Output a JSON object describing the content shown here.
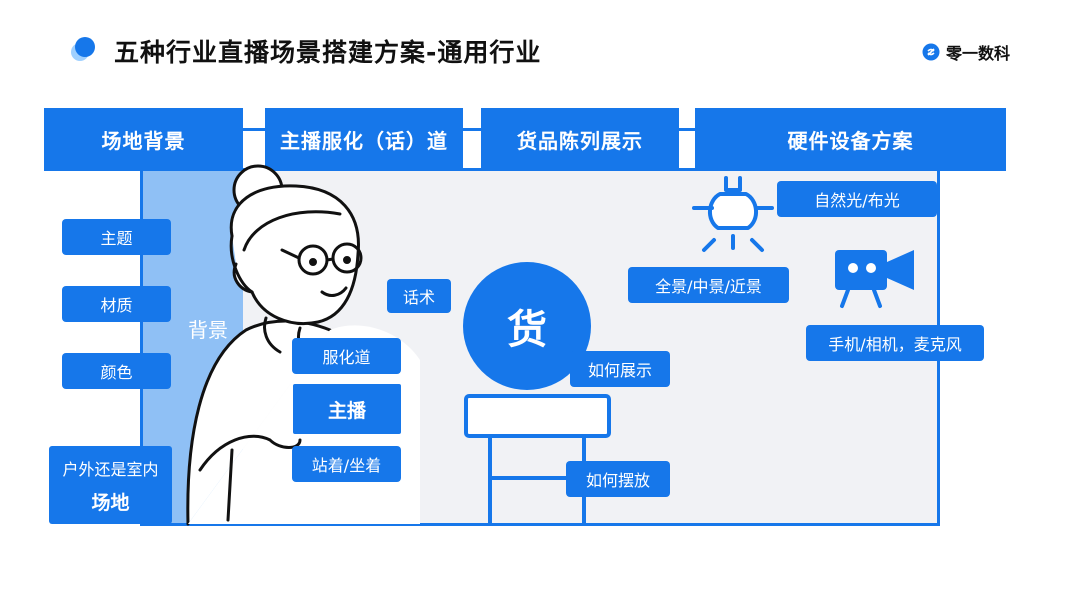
{
  "header": {
    "title": "五种行业直播场景搭建方案-通用行业"
  },
  "brand": {
    "name": "零一数科"
  },
  "categories": [
    {
      "label": "场地背景"
    },
    {
      "label": "主播服化（话）道"
    },
    {
      "label": "货品陈列展示"
    },
    {
      "label": "硬件设备方案"
    }
  ],
  "background_tags": [
    "主题",
    "材质",
    "颜色"
  ],
  "background_label": "背景",
  "venue": {
    "line1": "户外还是室内",
    "line2": "场地"
  },
  "anchor_tags": {
    "speech": "话术",
    "makeup": "服化道",
    "anchor": "主播",
    "posture": "站着/坐着"
  },
  "goods": {
    "symbol": "货",
    "display": "如何展示",
    "placement": "如何摆放"
  },
  "shots": {
    "label": "全景/中景/近景"
  },
  "hardware": {
    "light": "自然光/布光",
    "camera": "手机/相机，麦克风"
  },
  "colors": {
    "accent": "#1677ea",
    "light_accent": "#8fc0f5",
    "panel": "#f1f2f5"
  },
  "icons": [
    "bullet-dot-icon",
    "brand-logo-icon",
    "bulb-icon",
    "camera-icon"
  ]
}
